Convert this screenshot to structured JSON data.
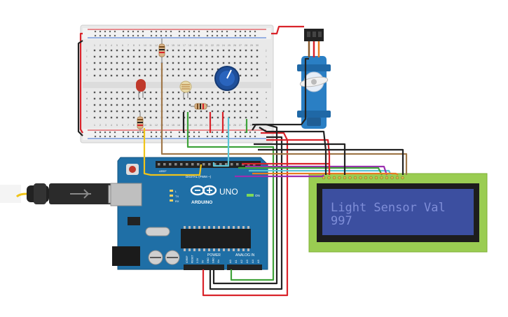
{
  "lcd": {
    "line1": "Light Sensor Val",
    "line2": "997",
    "bg_color": "#3c4fa0",
    "text_color": "#7f8ed8",
    "pcb_color": "#9acd52"
  },
  "arduino": {
    "brand": "ARDUINO",
    "model": "UNO",
    "digital_label": "DIGITAL (PWM ~)",
    "power_label": "POWER",
    "analog_label": "ANALOG IN",
    "aref_label": "AREF",
    "tx_label": "TX",
    "rx_label": "RX",
    "on_label": "ON",
    "l_label": "L",
    "board_color": "#1f6fa6",
    "analog_pins": [
      "A0",
      "A1",
      "A2",
      "A3",
      "A4",
      "A5"
    ],
    "power_pins": [
      "IOREF",
      "RESET",
      "3.3V",
      "5V",
      "GND",
      "GND",
      "Vin"
    ]
  },
  "breadboard": {
    "column_numbers": [
      "1",
      "2",
      "3",
      "4",
      "5",
      "6",
      "7",
      "8",
      "9",
      "10",
      "11",
      "12",
      "13",
      "14",
      "15",
      "16",
      "17",
      "18",
      "19",
      "20",
      "21",
      "22",
      "23",
      "24",
      "25",
      "26",
      "27",
      "28",
      "29",
      "30"
    ],
    "row_letters_top": [
      "j",
      "i",
      "h",
      "g",
      "f"
    ],
    "row_letters_bottom": [
      "e",
      "d",
      "c",
      "b",
      "a"
    ]
  },
  "components": {
    "servo_color": "#2a7fc4",
    "led_color": "#c0392b",
    "potentiometer_color": "#1f4f9a",
    "usb_cable_color": "#222222"
  },
  "wires": {
    "red": "#d9232a",
    "black": "#222222",
    "green": "#3fa33a",
    "yellow": "#f0c419",
    "brown": "#a0784a",
    "cyan": "#5bc4d6",
    "purple": "#9b2fb0",
    "orange": "#e87b22",
    "gray": "#888888"
  }
}
